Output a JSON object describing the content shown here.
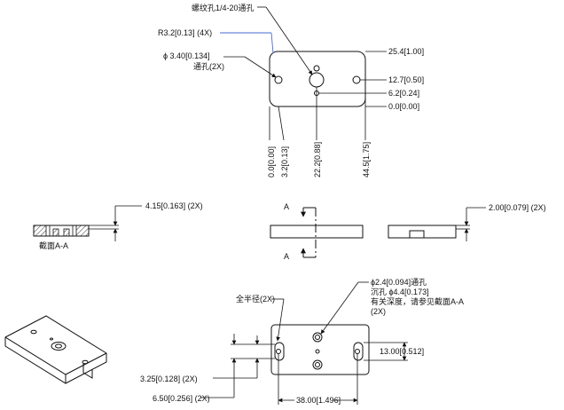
{
  "top_view": {
    "thread_note": "螺纹孔1/4-20通孔",
    "radius_note": "R3.2",
    "radius_inch": "0.13",
    "radius_qty": "(4X)",
    "hole_dia": "3.40",
    "hole_dia_inch": "0.134",
    "hole_type": "通孔(2X)",
    "right_dims": [
      {
        "mm": "25.4",
        "in": "1.00"
      },
      {
        "mm": "12.7",
        "in": "0.50"
      },
      {
        "mm": "6.2",
        "in": "0.24"
      },
      {
        "mm": "0.0",
        "in": "0.00"
      }
    ],
    "bottom_dims": [
      {
        "mm": "0.0",
        "in": "0.00"
      },
      {
        "mm": "3.2",
        "in": "0.13"
      },
      {
        "mm": "22.2",
        "in": "0.88"
      },
      {
        "mm": "44.5",
        "in": "1.75"
      }
    ]
  },
  "section_view": {
    "depth_mm": "4.15",
    "depth_in": "0.163",
    "depth_qty": "(2X)",
    "label": "截面A-A"
  },
  "front_view": {
    "cut_label_top": "A",
    "cut_label_bottom": "A"
  },
  "side_view": {
    "depth_mm": "2.00",
    "depth_in": "0.079",
    "depth_qty": "(2X)"
  },
  "bottom_view": {
    "radius_note": "全半径(2X)",
    "hole_note_line1": "ϕ2.4[0.094]通孔",
    "hole_note_line2": "沉孔 ϕ4.4[0.173]",
    "hole_note_line3": "有关深度，请参见截面A-A",
    "hole_note_line4": "(2X)",
    "left_dim1_mm": "3.25",
    "left_dim1_in": "0.128",
    "left_dim1_qty": "(2X)",
    "left_dim2_mm": "6.50",
    "left_dim2_in": "0.256",
    "left_dim2_qty": "(2X)",
    "height_mm": "13.00",
    "height_in": "0.512",
    "width_mm": "38.00",
    "width_in": "1.496"
  }
}
